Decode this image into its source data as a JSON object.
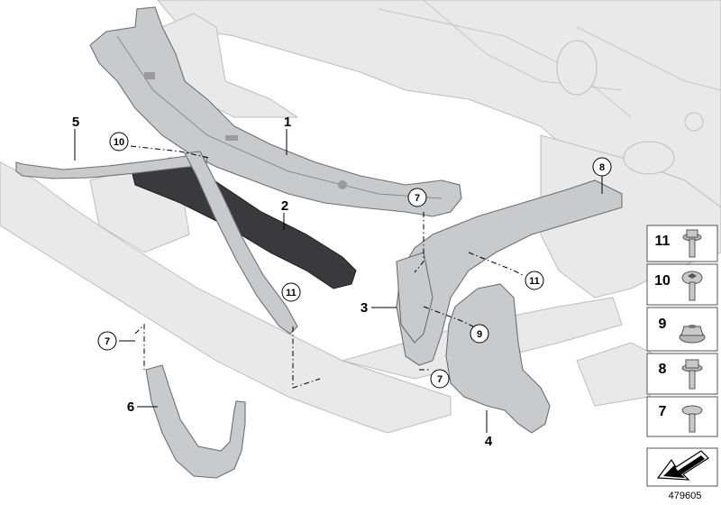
{
  "diagram_id": "479605",
  "callouts": {
    "c1": "1",
    "c2": "2",
    "c3": "3",
    "c4": "4",
    "c5": "5",
    "c6": "6"
  },
  "circled": {
    "c10": "10",
    "c11a": "11",
    "c11b": "11",
    "c8": "8",
    "c7a": "7",
    "c7b": "7",
    "c7c": "7",
    "c9": "9"
  },
  "legend": [
    "11",
    "10",
    "9",
    "8",
    "7"
  ],
  "colors": {
    "part_fill": "#c9cacc",
    "part_stroke": "#6f6f72",
    "ghost_fill": "#e9e9e9",
    "dark_part": "#3a3a3c"
  }
}
